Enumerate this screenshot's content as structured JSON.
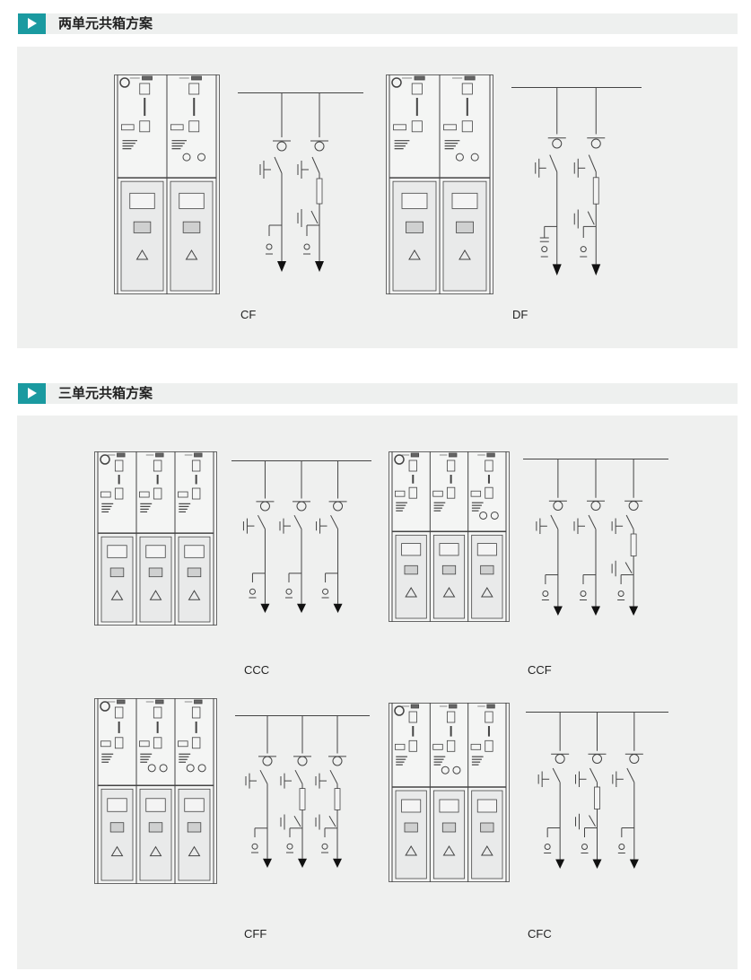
{
  "sections": [
    {
      "title": "两单元共箱方案",
      "schemes": [
        {
          "label": "CF",
          "units": [
            "C",
            "F"
          ]
        },
        {
          "label": "DF",
          "units": [
            "D",
            "F"
          ]
        }
      ]
    },
    {
      "title": "三单元共箱方案",
      "schemes": [
        {
          "label": "CCC",
          "units": [
            "C",
            "C",
            "C"
          ]
        },
        {
          "label": "CCF",
          "units": [
            "C",
            "C",
            "F"
          ]
        },
        {
          "label": "CFF",
          "units": [
            "C",
            "F",
            "F"
          ]
        },
        {
          "label": "CFC",
          "units": [
            "C",
            "F",
            "C"
          ]
        }
      ]
    }
  ],
  "colors": {
    "accent": "#1a9aa0",
    "panel": "#eff0ef",
    "line": "#444444"
  }
}
